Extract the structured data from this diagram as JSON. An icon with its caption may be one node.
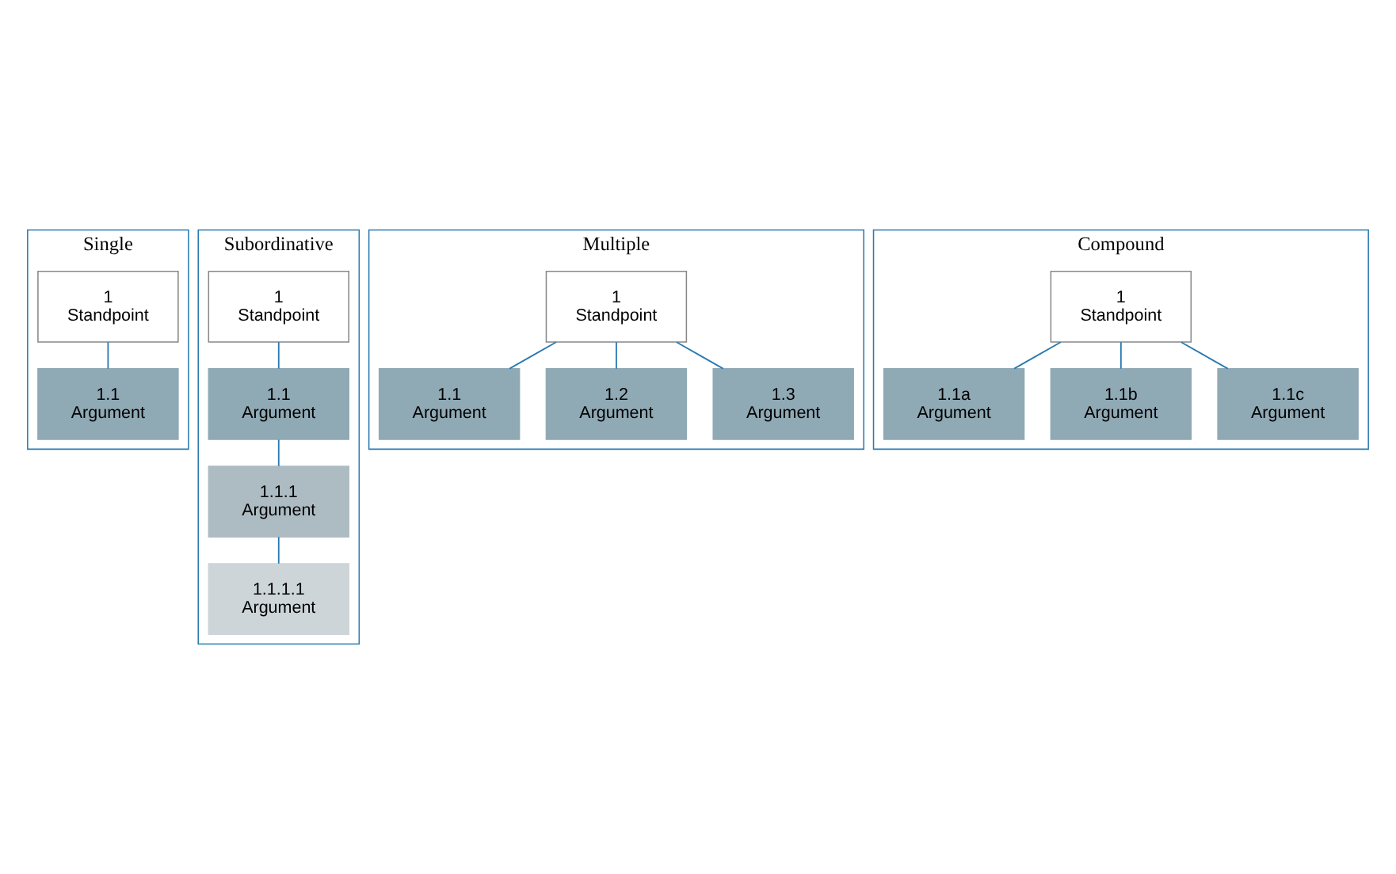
{
  "diagram": {
    "nodes": [
      {
        "text": [
          "Single"
        ]
      },
      {
        "text": [
          "1",
          "Standpoint"
        ],
        "in": 0
      },
      {
        "text": [
          "1.1",
          "Argument"
        ],
        "in": 0
      },
      {
        "text": [
          "Subordinative"
        ]
      },
      {
        "text": [
          "1",
          "Standpoint"
        ],
        "in": 3
      },
      {
        "text": [
          "1.1",
          "Argument"
        ],
        "in": 3
      },
      {
        "text": [
          "1.1.1",
          "Argument"
        ],
        "in": 3
      },
      {
        "text": [
          "1.1.1.1",
          "Argument"
        ],
        "in": 3
      },
      {
        "text": [
          "Multiple"
        ]
      },
      {
        "text": [
          "1",
          "Standpoint"
        ],
        "in": 8
      },
      {
        "text": [
          "1.1",
          "Argument"
        ],
        "in": 8
      },
      {
        "text": [
          "1.2",
          "Argument"
        ],
        "in": 8
      },
      {
        "text": [
          "1.3",
          "Argument"
        ],
        "in": 8
      },
      {
        "text": [
          "Compound"
        ]
      },
      {
        "text": [
          "1",
          "Standpoint"
        ],
        "in": 13
      },
      {
        "text": [
          "1.1a",
          "Argument"
        ],
        "in": 13
      },
      {
        "text": [
          "1.1b",
          "Argument"
        ],
        "in": 13
      },
      {
        "text": [
          "1.1c",
          "Argument"
        ],
        "in": 13
      }
    ],
    "edges": [
      {
        "from": 1,
        "to": 2,
        "arrow": "none"
      },
      {
        "from": 4,
        "to": 5,
        "arrow": "none"
      },
      {
        "from": 5,
        "to": 6,
        "arrow": "none"
      },
      {
        "from": 6,
        "to": 7,
        "arrow": "none"
      },
      {
        "from": 9,
        "to": 10,
        "arrow": "none"
      },
      {
        "from": 9,
        "to": 11,
        "arrow": "none"
      },
      {
        "from": 9,
        "to": 12,
        "arrow": "none"
      },
      {
        "from": 14,
        "to": 15,
        "arrow": "none"
      },
      {
        "from": 14,
        "to": 16,
        "arrow": "none"
      },
      {
        "from": 14,
        "to": 17,
        "arrow": "none"
      }
    ]
  }
}
